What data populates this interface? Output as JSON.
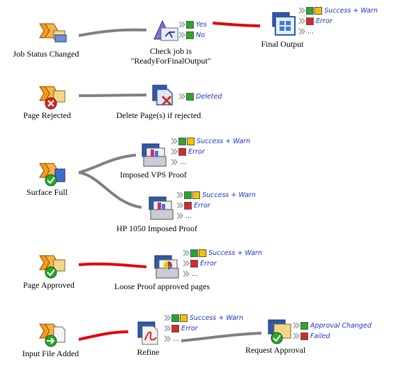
{
  "colors": {
    "wire_gray": "#808080",
    "wire_red": "#e60000",
    "outlet_text": "#1c32c8",
    "check_green": "#2aa62a",
    "warn_yellow": "#f0c400",
    "error_red": "#d42a2a"
  },
  "flows": [
    {
      "nodes": [
        {
          "id": "job-status-changed",
          "label": "Job Status Changed",
          "icon": "orange-trigger-with-folder-icon"
        },
        {
          "id": "check-job",
          "label_line1": "Check job is",
          "label_line2": "\"ReadyForFinalOutput\"",
          "icon": "purple-decision-icon",
          "outlets": [
            {
              "text": "Yes",
              "type": "success"
            },
            {
              "text": "No",
              "type": "success"
            }
          ]
        },
        {
          "id": "final-output",
          "label": "Final Output",
          "icon": "blue-window-output-icon",
          "outlets": [
            {
              "text": "Success + Warn",
              "type": "warn"
            },
            {
              "text": "Error",
              "type": "error"
            },
            {
              "text": "...",
              "type": "more"
            }
          ]
        }
      ]
    },
    {
      "nodes": [
        {
          "id": "page-rejected",
          "label": "Page Rejected",
          "icon": "orange-trigger-with-reject-icon"
        },
        {
          "id": "delete-pages",
          "label": "Delete Page(s) if rejected",
          "icon": "delete-pages-icon",
          "outlets": [
            {
              "text": "Deleted",
              "type": "success"
            }
          ]
        }
      ]
    },
    {
      "nodes": [
        {
          "id": "surface-full",
          "label": "Surface Full",
          "icon": "orange-trigger-with-approve-icon"
        },
        {
          "id": "imposed-vps-proof",
          "label": "Imposed VPS Proof",
          "icon": "proof-printer-icon",
          "outlets": [
            {
              "text": "Success + Warn",
              "type": "warn"
            },
            {
              "text": "Error",
              "type": "error"
            },
            {
              "text": "...",
              "type": "more"
            }
          ]
        },
        {
          "id": "hp-1050-proof",
          "label": "HP 1050 Imposed Proof",
          "icon": "proof-printer-icon",
          "outlets": [
            {
              "text": "Success + Warn",
              "type": "warn"
            },
            {
              "text": "Error",
              "type": "error"
            },
            {
              "text": "...",
              "type": "more"
            }
          ]
        }
      ]
    },
    {
      "nodes": [
        {
          "id": "page-approved",
          "label": "Page Approved",
          "icon": "orange-trigger-with-approve-icon"
        },
        {
          "id": "loose-proof",
          "label": "Loose Proof approved pages",
          "icon": "color-proof-printer-icon",
          "outlets": [
            {
              "text": "Success + Warn",
              "type": "warn"
            },
            {
              "text": "Error",
              "type": "error"
            },
            {
              "text": "...",
              "type": "more"
            }
          ]
        }
      ]
    },
    {
      "nodes": [
        {
          "id": "input-file-added",
          "label": "Input File Added",
          "icon": "orange-trigger-with-arrow-icon"
        },
        {
          "id": "refine",
          "label": "Refine",
          "icon": "pdf-refine-icon",
          "outlets": [
            {
              "text": "Success + Warn",
              "type": "warn"
            },
            {
              "text": "Error",
              "type": "error"
            },
            {
              "text": "...",
              "type": "more"
            }
          ]
        },
        {
          "id": "request-approval",
          "label": "Request Approval",
          "icon": "request-approval-icon",
          "outlets": [
            {
              "text": "Approval Changed",
              "type": "success"
            },
            {
              "text": "Failed",
              "type": "error"
            }
          ]
        }
      ]
    }
  ]
}
